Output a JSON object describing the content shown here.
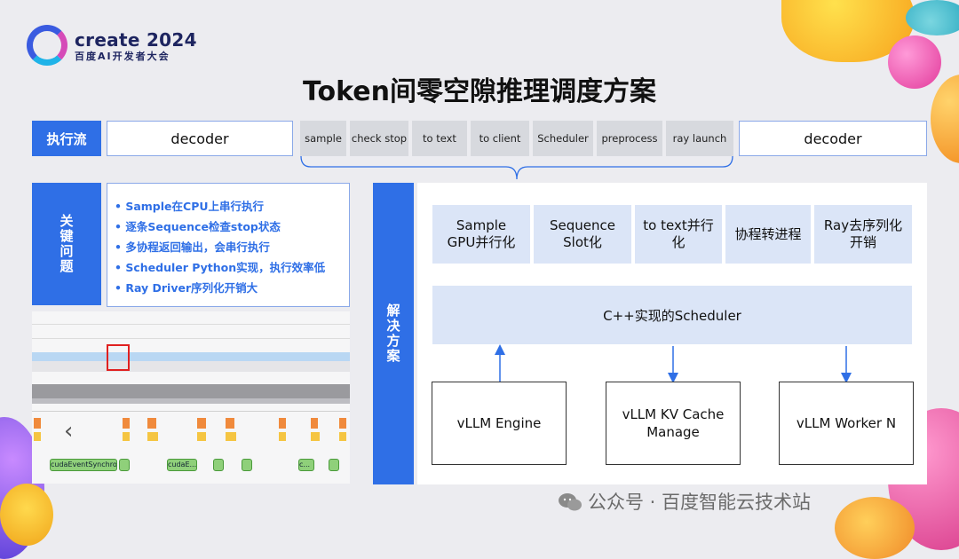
{
  "logo": {
    "brand": "create 2024",
    "subtitle": "百度AI开发者大会"
  },
  "title": "Token间零空隙推理调度方案",
  "flow": {
    "label": "执行流",
    "decoder_left": "decoder",
    "decoder_right": "decoder",
    "steps": [
      "sample",
      "check stop",
      "to text",
      "to client",
      "Scheduler",
      "preprocess",
      "ray launch"
    ]
  },
  "issues": {
    "label": "关键问题",
    "items": [
      "• Sample在CPU上串行执行",
      "• 逐条Sequence检查stop状态",
      "• 多协程返回输出，会串行执行",
      "• Scheduler Python实现，执行效率低",
      "• Ray Driver序列化开销大"
    ]
  },
  "trace": {
    "labels": [
      "cudaEventSynchroni...",
      "cudaE...",
      "c..."
    ],
    "nav_glyph": "‹"
  },
  "solution": {
    "label": "解决方案",
    "boxes": [
      "Sample\nGPU并行化",
      "Sequence\nSlot化",
      "to text并行\n化",
      "协程转进程",
      "Ray去序列化\n开销"
    ],
    "scheduler": "C++实现的Scheduler",
    "components": [
      "vLLM Engine",
      "vLLM KV Cache\nManage",
      "vLLM Worker N"
    ]
  },
  "watermark": "公众号 · 百度智能云技术站",
  "colors": {
    "accent": "#2f6fe6",
    "light_box": "#dbe5f7",
    "bg": "#ececf0"
  }
}
